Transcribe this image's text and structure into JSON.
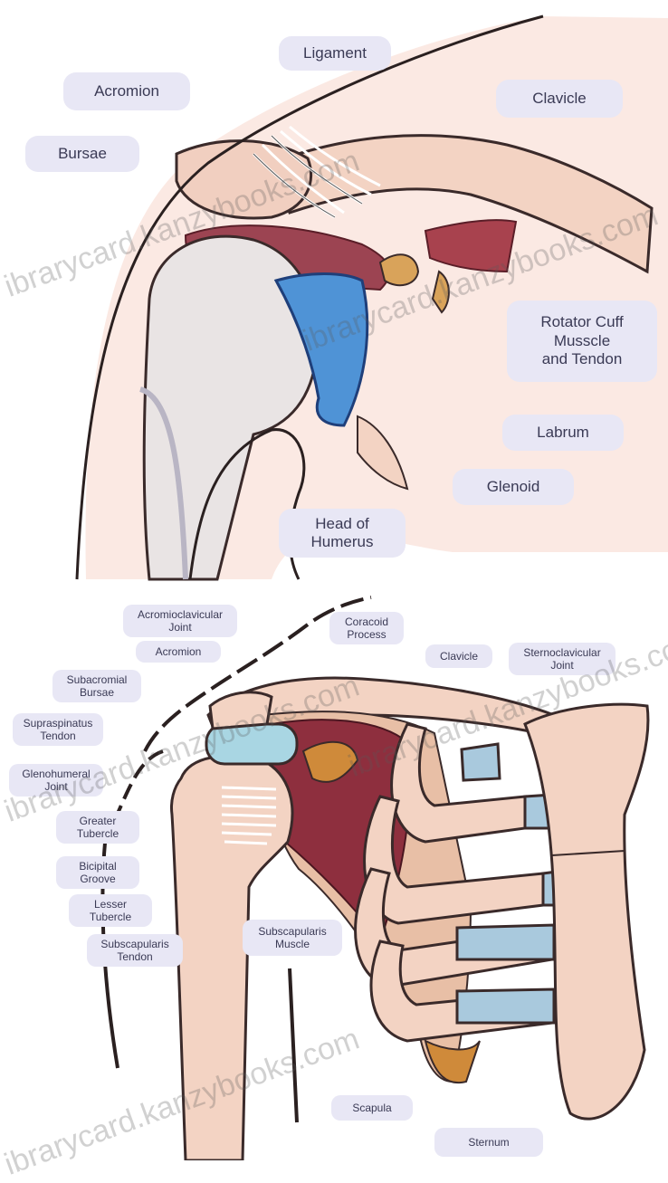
{
  "colors": {
    "label_bg": "#e8e7f5",
    "bone": "#f3d3c3",
    "muscle": "#8e2f3e",
    "cartilage": "#a9c9dd",
    "tendon": "#4f8fd0",
    "coracoid": "#cf8a3a",
    "ligament": "#ffffff"
  },
  "top_diagram": {
    "labels": [
      "Ligament",
      "Acromion",
      "Clavicle",
      "Bursae",
      "Rotator Cuff\nMusscle\nand Tendon",
      "Labrum",
      "Glenoid",
      "Head of\nHumerus"
    ]
  },
  "bottom_diagram": {
    "labels": [
      "Acromioclavicular\nJoint",
      "Coracoid\nProcess",
      "Acromion",
      "Clavicle",
      "Sternoclavicular\nJoint",
      "Subacromial\nBursae",
      "Supraspinatus\nTendon",
      "Glenohumeral\nJoint",
      "Greater\nTubercle",
      "Bicipital\nGroove",
      "Lesser\nTubercle",
      "Subscapularis\nTendon",
      "Subscapularis\nMuscle",
      "Scapula",
      "Sternum"
    ]
  },
  "watermark": "ibrarycard.kanzybooks.com"
}
